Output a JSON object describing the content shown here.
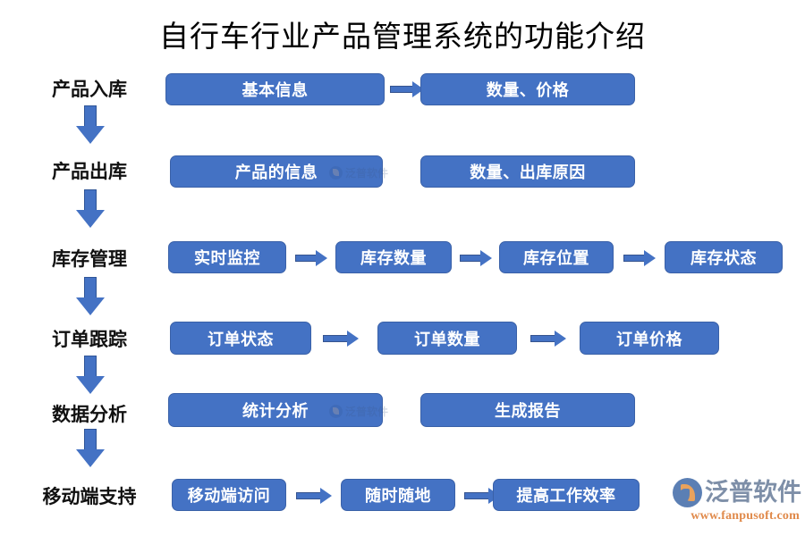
{
  "title": "自行车行业产品管理系统的功能介绍",
  "colors": {
    "box_fill": "#4472C4",
    "box_border": "#3A61A8",
    "box_text": "#FFFFFF",
    "arrow": "#4472C4",
    "label_text": "#111111",
    "title_text": "#000000",
    "background": "#FFFFFF",
    "logo_name": "#7E8FA8",
    "logo_url": "#E08A4B"
  },
  "rows": [
    {
      "label": "产品入库",
      "boxes": [
        "基本信息",
        "数量、价格"
      ],
      "connectors": [
        "arrow-right"
      ]
    },
    {
      "label": "产品出库",
      "boxes": [
        "产品的信息",
        "数量、出库原因"
      ],
      "connectors": []
    },
    {
      "label": "库存管理",
      "boxes": [
        "实时监控",
        "库存数量",
        "库存位置",
        "库存状态"
      ],
      "connectors": [
        "arrow-right",
        "arrow-right",
        "arrow-right"
      ]
    },
    {
      "label": "订单跟踪",
      "boxes": [
        "订单状态",
        "订单数量",
        "订单价格"
      ],
      "connectors": [
        "arrow-right",
        "arrow-right"
      ]
    },
    {
      "label": "数据分析",
      "boxes": [
        "统计分析",
        "生成报告"
      ],
      "connectors": []
    },
    {
      "label": "移动端支持",
      "boxes": [
        "移动端访问",
        "随时随地",
        "提高工作效率"
      ],
      "connectors": [
        "arrow-right",
        "arrow-right"
      ]
    }
  ],
  "flow_arrows_down": 5,
  "watermarks": [
    {
      "text": "泛普软件"
    },
    {
      "text": "泛普软件"
    },
    {
      "text": "泛普软件"
    }
  ],
  "logo": {
    "name": "泛普软件",
    "url": "www.fanpusoft.com"
  }
}
